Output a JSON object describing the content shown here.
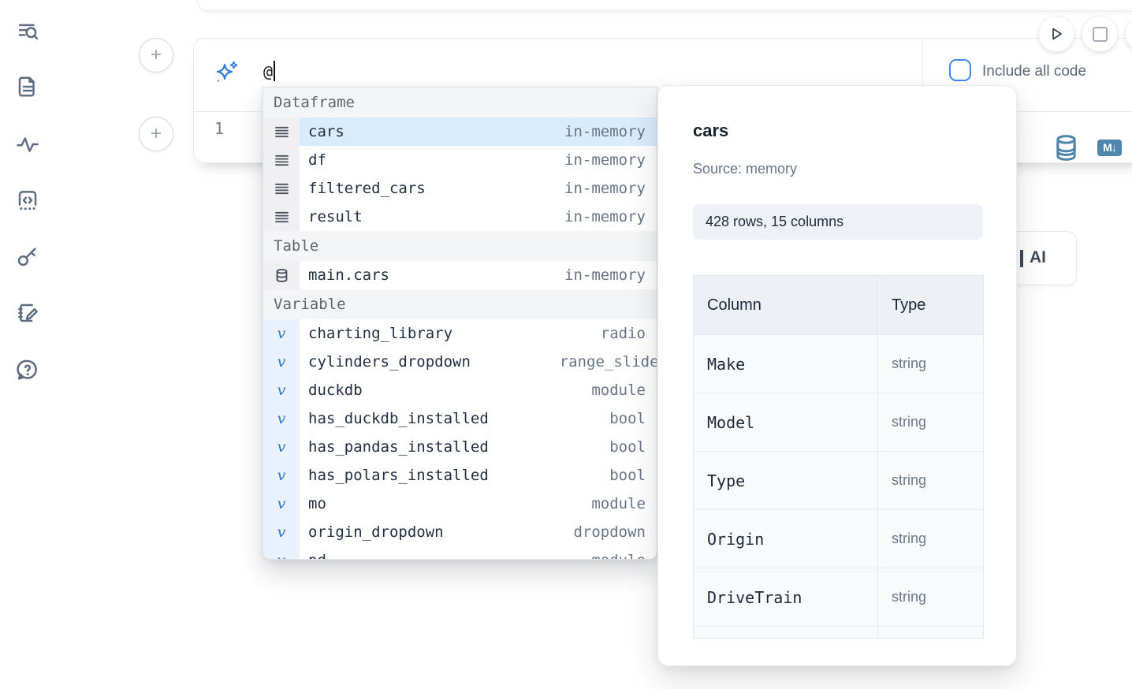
{
  "sidebar": {
    "icons": [
      "toc-search",
      "document",
      "activity",
      "code-block",
      "key",
      "notebook-edit",
      "help"
    ]
  },
  "cell": {
    "add_cell_above_label": "+",
    "add_cell_below_label": "+",
    "line_number": "1",
    "markdown_badge": "M↓"
  },
  "prompt": {
    "value": "@",
    "include_all_code_label": "Include all code"
  },
  "completion": {
    "sections": [
      {
        "label": "Dataframe",
        "kind": "df",
        "items": [
          {
            "name": "cars",
            "type": "in-memory",
            "selected": true
          },
          {
            "name": "df",
            "type": "in-memory"
          },
          {
            "name": "filtered_cars",
            "type": "in-memory"
          },
          {
            "name": "result",
            "type": "in-memory"
          }
        ]
      },
      {
        "label": "Table",
        "kind": "table",
        "items": [
          {
            "name": "main.cars",
            "type": "in-memory"
          }
        ]
      },
      {
        "label": "Variable",
        "kind": "var",
        "items": [
          {
            "name": "charting_library",
            "type": "radio"
          },
          {
            "name": "cylinders_dropdown",
            "type": "range_slider",
            "clipped": true
          },
          {
            "name": "duckdb",
            "type": "module"
          },
          {
            "name": "has_duckdb_installed",
            "type": "bool"
          },
          {
            "name": "has_pandas_installed",
            "type": "bool"
          },
          {
            "name": "has_polars_installed",
            "type": "bool"
          },
          {
            "name": "mo",
            "type": "module"
          },
          {
            "name": "origin_dropdown",
            "type": "dropdown"
          },
          {
            "name": "pd",
            "type": "module",
            "partial": true
          }
        ]
      }
    ]
  },
  "preview": {
    "title": "cars",
    "source": "Source: memory",
    "shape": "428 rows, 15 columns",
    "table": {
      "headers": [
        "Column",
        "Type"
      ],
      "rows": [
        [
          "Make",
          "string"
        ],
        [
          "Model",
          "string"
        ],
        [
          "Type",
          "string"
        ],
        [
          "Origin",
          "string"
        ],
        [
          "DriveTrain",
          "string"
        ],
        [
          "",
          ""
        ]
      ]
    }
  },
  "ai_card": {
    "label": "AI"
  },
  "colors": {
    "accent_blue": "#3f86f0",
    "sparkle_blue": "#2e7ce0",
    "steel_blue": "#4e86ac",
    "selection_bg": "#d9ecfd",
    "variable_blue": "#2f78c8",
    "sidebar_icon": "#5d6c80"
  }
}
